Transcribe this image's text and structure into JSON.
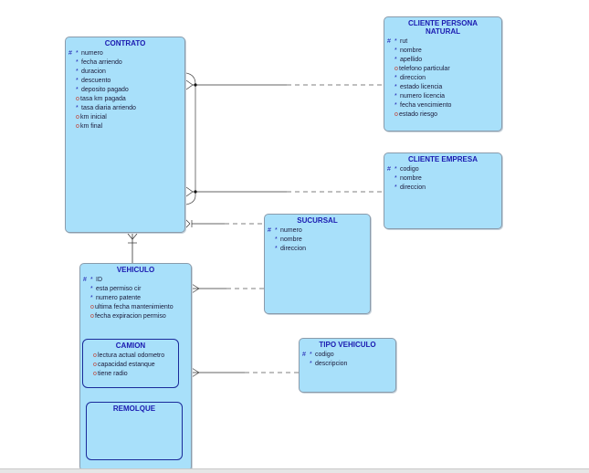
{
  "contrato": {
    "title": "CONTRATO",
    "attributes": [
      {
        "name": "numero",
        "pk": true,
        "mandatory": true
      },
      {
        "name": "fecha arriendo",
        "mandatory": true
      },
      {
        "name": "duracion",
        "mandatory": true
      },
      {
        "name": "descuento",
        "mandatory": true
      },
      {
        "name": "deposito pagado",
        "mandatory": true
      },
      {
        "name": "tasa km pagada",
        "optional": true
      },
      {
        "name": "tasa diaria arriendo",
        "mandatory": true
      },
      {
        "name": "km inicial",
        "optional": true
      },
      {
        "name": "km final",
        "optional": true
      }
    ]
  },
  "cliente_persona": {
    "title_line1": "CLIENTE PERSONA",
    "title_line2": "NATURAL",
    "attributes": [
      {
        "name": "rut",
        "pk": true,
        "mandatory": true
      },
      {
        "name": "nombre",
        "mandatory": true
      },
      {
        "name": "apellido",
        "mandatory": true
      },
      {
        "name": "telefono particular",
        "optional": true
      },
      {
        "name": "direccion",
        "mandatory": true
      },
      {
        "name": "estado licencia",
        "mandatory": true
      },
      {
        "name": "numero licencia",
        "mandatory": true
      },
      {
        "name": "fecha vencimiento",
        "mandatory": true
      },
      {
        "name": "estado riesgo",
        "optional": true
      }
    ]
  },
  "cliente_empresa": {
    "title": "CLIENTE EMPRESA",
    "attributes": [
      {
        "name": "codigo",
        "pk": true,
        "mandatory": true
      },
      {
        "name": "nombre",
        "mandatory": true
      },
      {
        "name": "direccion",
        "mandatory": true
      }
    ]
  },
  "sucursal": {
    "title": "SUCURSAL",
    "attributes": [
      {
        "name": "numero",
        "pk": true,
        "mandatory": true
      },
      {
        "name": "nombre",
        "mandatory": true
      },
      {
        "name": "direccion",
        "mandatory": true
      }
    ]
  },
  "vehiculo": {
    "title": "VEHICULO",
    "attributes": [
      {
        "name": "ID",
        "pk": true,
        "mandatory": true
      },
      {
        "name": "esta permiso cir",
        "mandatory": true
      },
      {
        "name": "numero patente",
        "mandatory": true
      },
      {
        "name": "ultima fecha mantenimiento",
        "optional": true
      },
      {
        "name": "fecha expiracion permiso",
        "optional": true
      }
    ]
  },
  "camion": {
    "title": "CAMION",
    "attributes": [
      {
        "name": "lectura actual odometro",
        "optional": true
      },
      {
        "name": "capacidad estanque",
        "optional": true
      },
      {
        "name": "tiene radio",
        "optional": true
      }
    ]
  },
  "remolque": {
    "title": "REMOLQUE"
  },
  "tipo_vehiculo": {
    "title": "TIPO VEHICULO",
    "attributes": [
      {
        "name": "codigo",
        "pk": true,
        "mandatory": true
      },
      {
        "name": "descripcion",
        "mandatory": true
      }
    ]
  },
  "symbols": {
    "pk": "#",
    "mandatory": "*",
    "optional": "o"
  },
  "colors": {
    "entity_fill": "#a8e0fa",
    "entity_border": "#8a9bab",
    "title": "#1a1ab0",
    "line": "#333333",
    "optional_marker": "#c0392b"
  }
}
